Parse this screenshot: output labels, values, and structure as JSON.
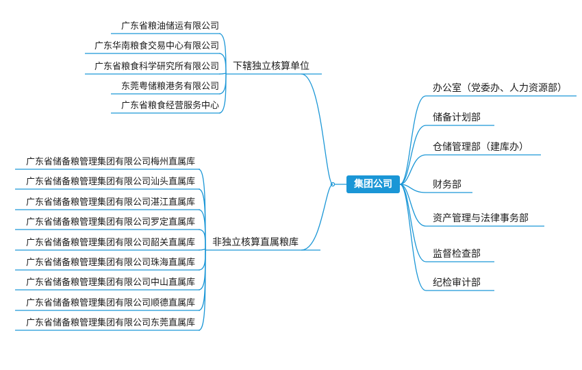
{
  "root": {
    "label": "集团公司"
  },
  "branches": {
    "top": {
      "label": "下辖独立核算单位",
      "children": [
        "广东省粮油储运有限公司",
        "广东华南粮食交易中心有限公司",
        "广东省粮食科学研究所有限公司",
        "东莞粤储粮港务有限公司",
        "广东省粮食经营服务中心"
      ]
    },
    "bottom": {
      "label": "非独立核算直属粮库",
      "children": [
        "广东省储备粮管理集团有限公司梅州直属库",
        "广东省储备粮管理集团有限公司汕头直属库",
        "广东省储备粮管理集团有限公司湛江直属库",
        "广东省储备粮管理集团有限公司罗定直属库",
        "广东省储备粮管理集团有限公司韶关直属库",
        "广东省储备粮管理集团有限公司珠海直属库",
        "广东省储备粮管理集团有限公司中山直属库",
        "广东省储备粮管理集团有限公司顺德直属库",
        "广东省储备粮管理集团有限公司东莞直属库"
      ]
    },
    "right": [
      "办公室（党委办、人力资源部）",
      "储备计划部",
      "仓储管理部（建库办）",
      "财务部",
      "资产管理与法律事务部",
      "监督检查部",
      "纪检审计部"
    ]
  },
  "colors": {
    "line": "#1a96d6",
    "root_fill": "#1a96d6",
    "root_text": "#ffffff"
  }
}
